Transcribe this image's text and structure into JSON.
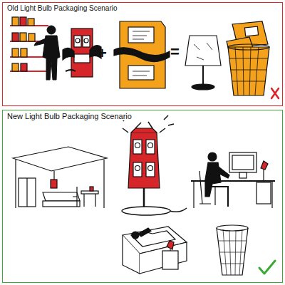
{
  "diagram": {
    "nodes": [
      {
        "text": [
          "Old Light Bulb Packaging Scenario"
        ]
      },
      {
        "text": [
          "New Light Bulb Packaging Scenario"
        ]
      }
    ],
    "labels": [
      "+",
      "="
    ]
  }
}
